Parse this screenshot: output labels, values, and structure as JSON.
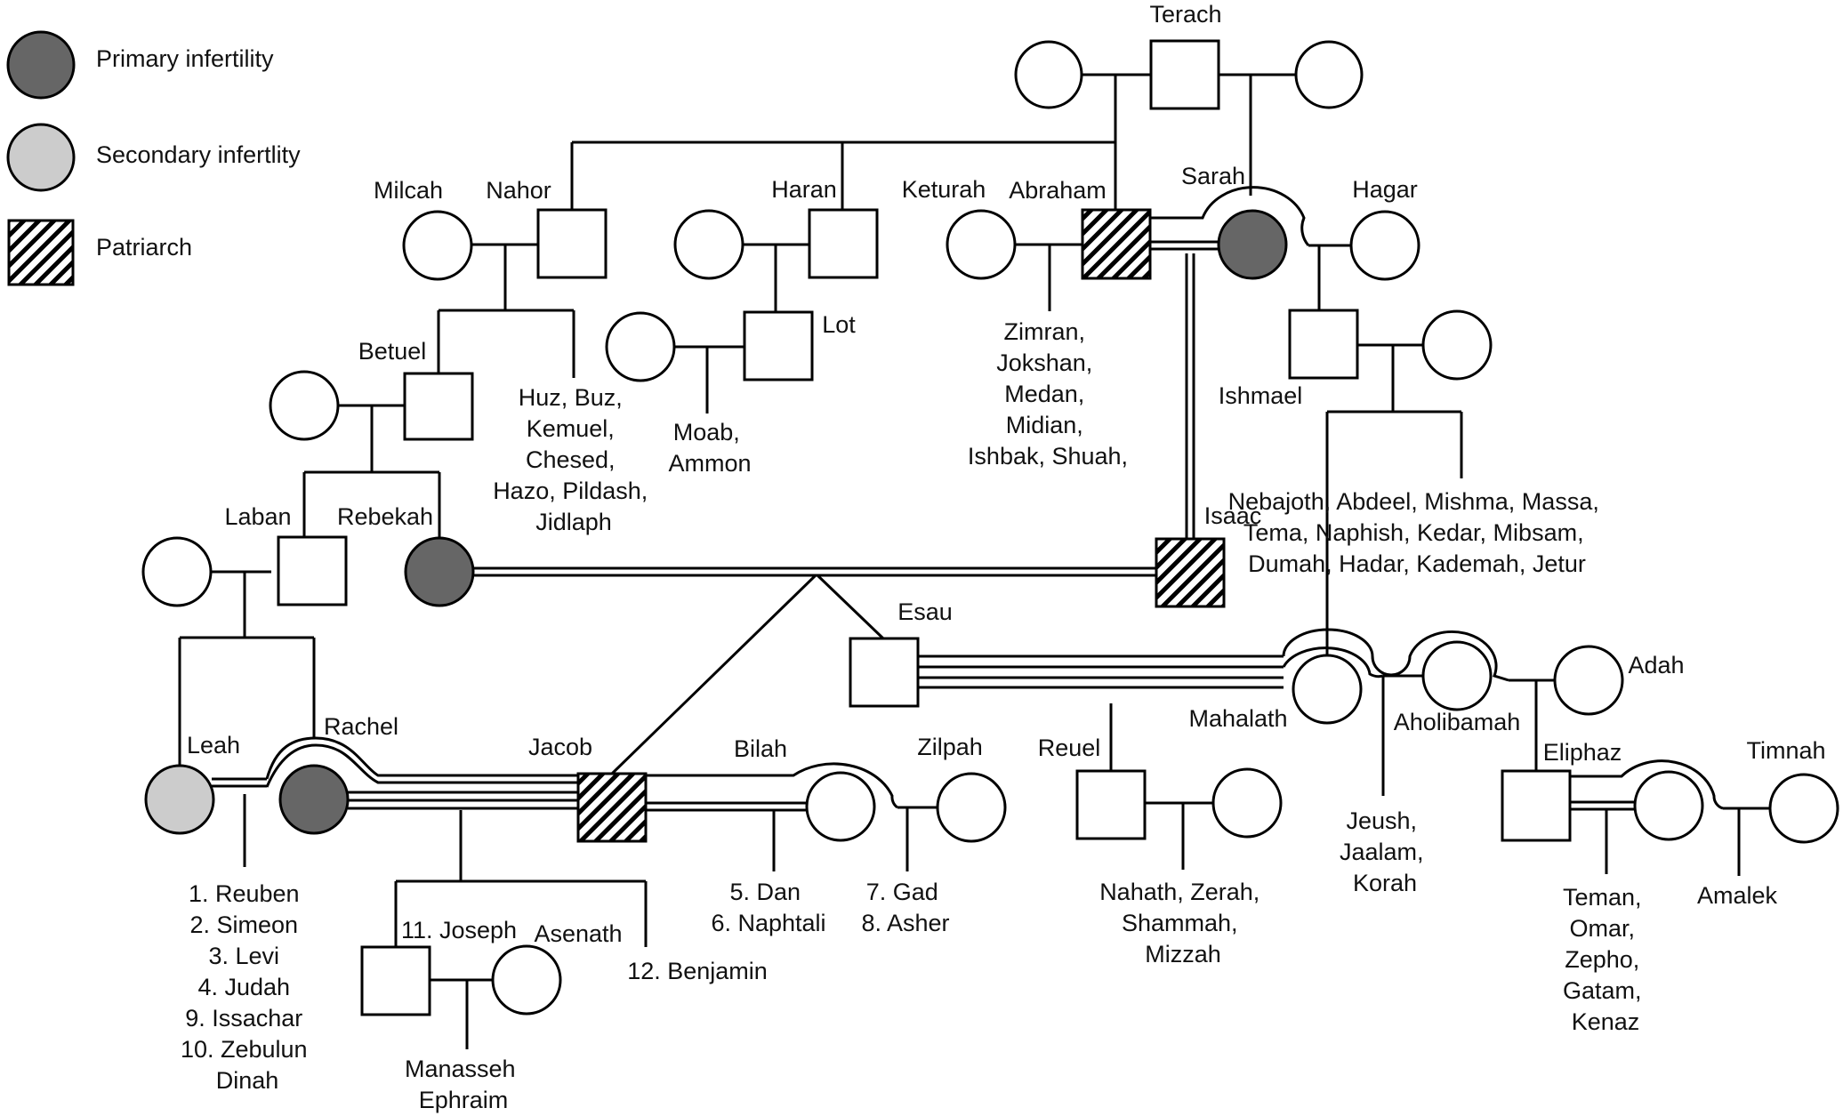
{
  "legend": {
    "primary_label": "Primary infertility",
    "secondary_label": "Secondary infertlity",
    "patriarch_label": "Patriarch"
  },
  "colors": {
    "primary_infertility": "#666666",
    "secondary_infertility": "#cccccc",
    "unaffected": "#ffffff",
    "patriarch_hatch": "hatched black/white",
    "line": "#000000"
  },
  "names": {
    "terach": "Terach",
    "milcah": "Milcah",
    "nahor": "Nahor",
    "haran": "Haran",
    "keturah": "Keturah",
    "abraham": "Abraham",
    "sarah": "Sarah",
    "hagar": "Hagar",
    "lot": "Lot",
    "betuel": "Betuel",
    "ishmael": "Ishmael",
    "laban": "Laban",
    "rebekah": "Rebekah",
    "isaac": "Isaac",
    "esau": "Esau",
    "adah": "Adah",
    "leah": "Leah",
    "rachel": "Rachel",
    "jacob": "Jacob",
    "bilah": "Bilah",
    "zilpah": "Zilpah",
    "reuel": "Reuel",
    "mahalath": "Mahalath",
    "aholibamah": "Aholibamah",
    "eliphaz": "Eliphaz",
    "timnah": "Timnah",
    "joseph": "11. Joseph",
    "asenath": "Asenath",
    "benjamin": "12. Benjamin",
    "amalek": "Amalek"
  },
  "offspring": {
    "nahor_sons": [
      "Huz, Buz,",
      "Kemuel,",
      "Chesed,",
      "Hazo, Pildash,",
      "Jidlaph"
    ],
    "lot_sons": [
      "Moab,",
      "Ammon"
    ],
    "keturah_sons": [
      "Zimran,",
      "Jokshan,",
      "Medan,",
      "Midian,",
      "Ishbak, Shuah,"
    ],
    "ishmael_sons": [
      "Nebajoth, Abdeel, Mishma, Massa,",
      "Tema, Naphish, Kedar, Mibsam,",
      "Dumah, Hadar, Kademah, Jetur"
    ],
    "leah_sons": [
      "1. Reuben",
      "2. Simeon",
      "3. Levi",
      "4. Judah",
      "9. Issachar",
      "10. Zebulun",
      "Dinah"
    ],
    "joseph_sons": [
      "Manasseh",
      "Ephraim"
    ],
    "bilah_sons": [
      "5. Dan",
      "6. Naphtali"
    ],
    "zilpah_sons": [
      "7. Gad",
      "8. Asher"
    ],
    "reuel_sons": [
      "Nahath, Zerah,",
      "Shammah,",
      "Mizzah"
    ],
    "aholibamah_sons": [
      "Jeush,",
      "Jaalam,",
      "Korah"
    ],
    "eliphaz_sons": [
      "Teman,",
      "Omar,",
      "Zepho,",
      "Gatam,",
      "Kenaz"
    ]
  }
}
